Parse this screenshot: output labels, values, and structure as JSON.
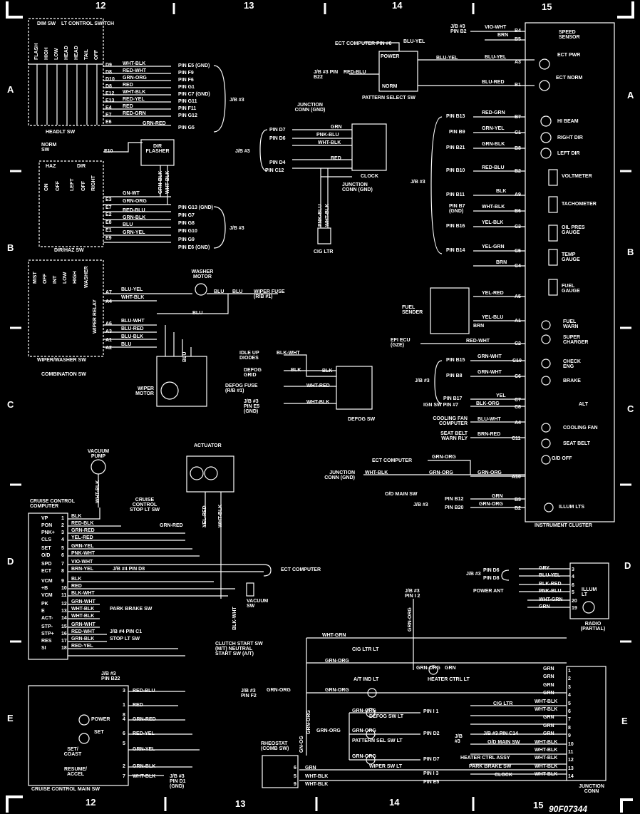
{
  "grid": {
    "columns": [
      "12",
      "13",
      "14",
      "15"
    ],
    "rows": [
      "A",
      "B",
      "C",
      "D",
      "E"
    ]
  },
  "diagram_code": "90F07344",
  "headlt": {
    "switch_headers": [
      "DIM SW",
      "LT CONTROL SWITCH"
    ],
    "positions": [
      "FLASH",
      "HIGH",
      "LOW",
      "HEAD",
      "HEAD",
      "TAIL",
      "OFF"
    ],
    "title": "HEADLT SW",
    "norm_sw": "NORM SW",
    "pins": [
      "D9",
      "D8",
      "D10",
      "D8",
      "E12",
      "E13",
      "E4",
      "E7",
      "E6",
      "E10"
    ],
    "wires": [
      "WHT-BLK",
      "RED-WHT",
      "GRN-ORG",
      "RED",
      "WHT-BLK",
      "RED-YEL",
      "RED",
      "RED-GRN",
      "GRN-RED"
    ],
    "jb_pins": [
      "PIN E5 (GND)",
      "PIN F9",
      "PIN F6",
      "PIN G1",
      "PIN C7 (GND)",
      "PIN G11",
      "PIN F11",
      "PIN G12",
      "PIN G5"
    ],
    "jb": "J/B #3"
  },
  "dirhaz": {
    "headers": [
      "HAZ",
      "DIR"
    ],
    "positions": [
      "ON",
      "OFF",
      "LEFT",
      "OFF",
      "RIGHT"
    ],
    "title": "DIR/HAZ SW",
    "flasher": "DIR FLASHER",
    "flasher_wires": [
      "GRN-BLK",
      "WHT-BLK"
    ],
    "pins": [
      "E3",
      "E7",
      "E2",
      "E8",
      "E1",
      "E9"
    ],
    "wires": [
      "GN-WT",
      "GRN-ORG",
      "RED-BLU",
      "GRN-BLK",
      "BLU",
      "GRN-YEL"
    ],
    "jb_pins": [
      "PIN G13 (GND)",
      "PIN G7",
      "PIN G8",
      "PIN G10",
      "PIN G9",
      "PIN E6 (GND)"
    ],
    "jb": "J/B #3"
  },
  "wiper": {
    "positions": [
      "MIST",
      "OFF",
      "INT",
      "LOW",
      "HIGH",
      "WASHER"
    ],
    "relay": "WIPER RELAY",
    "title": "WIPER/WASHER SW",
    "combo": "COMBINATION SW",
    "pins": [
      "A7",
      "A4",
      "A6",
      "A3",
      "A1",
      "A2"
    ],
    "wires": [
      "BLU-YEL",
      "WHT-BLK",
      "BLU-WHT",
      "BLU-RED",
      "BLU-BLK",
      "BLU"
    ],
    "washer_motor": "WASHER MOTOR",
    "wiper_fuse": "WIPER FUSE (R/B #1)",
    "wiper_motor": "WIPER MOTOR",
    "blu": "BLU"
  },
  "clock": {
    "label": "CLOCK",
    "jb": "J/B #3",
    "pins": [
      "PIN D7",
      "PIN D6",
      "PIN D4",
      "PIN C12"
    ],
    "wires": [
      "GRN",
      "PNK-BLU",
      "WHT-BLK",
      "RED"
    ],
    "junction_top": "JUNCTION CONN (GND)",
    "junction_right": "JUNCTION CONN (GND)",
    "cig": "CIG LTR",
    "cig_wires": [
      "PNK-BLU",
      "WHT-BLK"
    ]
  },
  "pattern": {
    "title": "PATTERN SELECT SW",
    "ect_pin": "ECT COMPUTER PIN #6",
    "ect_wire": "BLU-YEL",
    "jb_pin": "J/B #3 PIN B22",
    "jb_wire": "RED-BLU",
    "power": "POWER",
    "norm": "NORM",
    "out_wires": [
      "BLU-YEL",
      "BLU-RED"
    ]
  },
  "cluster": {
    "title": "INSTRUMENT CLUSTER",
    "items": [
      {
        "pin": "B4",
        "wire": "VIO-WHT",
        "src": "J/B #3 PIN B2",
        "label": "SPEED SENSOR"
      },
      {
        "pin": "B5",
        "wire": "BRN",
        "src": "",
        "label": ""
      },
      {
        "pin": "A3",
        "wire": "BLU-YEL",
        "src": "",
        "label": "ECT PWR"
      },
      {
        "pin": "B1",
        "wire": "BLU-RED",
        "src": "",
        "label": "ECT NORM"
      },
      {
        "pin": "B7",
        "wire": "RED-GRN",
        "src": "PIN B13",
        "label": "HI BEAM"
      },
      {
        "pin": "C1",
        "wire": "GRN-YEL",
        "src": "PIN B9",
        "label": "RIGHT DIR"
      },
      {
        "pin": "B8",
        "wire": "GRN-BLK",
        "src": "PIN B21",
        "label": "LEFT DIR"
      },
      {
        "pin": "B2",
        "wire": "RED-BLU",
        "src": "PIN B10",
        "label": "VOLTMETER"
      },
      {
        "pin": "A9",
        "wire": "BLK",
        "src": "PIN B11",
        "label": ""
      },
      {
        "pin": "B6",
        "wire": "WHT-BLK",
        "src": "PIN B7 (GND)",
        "label": "TACHOMETER"
      },
      {
        "pin": "C3",
        "wire": "YEL-BLK",
        "src": "PIN B16",
        "label": "OIL PRES GAUGE"
      },
      {
        "pin": "C5",
        "wire": "YEL-GRN",
        "src": "PIN B14",
        "label": "TEMP GAUGE"
      },
      {
        "pin": "C4",
        "wire": "BRN",
        "src": "",
        "label": ""
      },
      {
        "pin": "",
        "wire": "",
        "src": "",
        "label": "FUEL GAUGE"
      },
      {
        "pin": "A5",
        "wire": "YEL-RED",
        "src": "",
        "label": ""
      },
      {
        "pin": "A1",
        "wire": "YEL-BLU",
        "src": "",
        "label": "FUEL WARN"
      },
      {
        "pin": "",
        "wire": "",
        "src": "",
        "label": "SUPER CHARGER"
      },
      {
        "pin": "C2",
        "wire": "RED-WHT",
        "src": "EFI ECU (GZE)",
        "label": ""
      },
      {
        "pin": "C10",
        "wire": "GRN-WHT",
        "src": "PIN B15",
        "label": "CHECK ENG"
      },
      {
        "pin": "C6",
        "wire": "GRN-WHT",
        "src": "PIN B8",
        "label": "BRAKE"
      },
      {
        "pin": "C7",
        "wire": "YEL",
        "src": "PIN B17",
        "label": "ALT"
      },
      {
        "pin": "C8",
        "wire": "BLK-ORG",
        "src": "IGN SW PIN #7",
        "label": ""
      },
      {
        "pin": "A4",
        "wire": "BLU-WHT",
        "src": "COOLING FAN COMPUTER",
        "label": "COOLING FAN"
      },
      {
        "pin": "C11",
        "wire": "BRN-RED",
        "src": "SEAT BELT WARN RLY",
        "label": "SEAT BELT"
      },
      {
        "pin": "A10",
        "wire": "GRN-ORG",
        "src": "",
        "label": "O/D OFF"
      },
      {
        "pin": "B3",
        "wire": "GRN",
        "src": "PIN B12",
        "label": "ILLUM LTS"
      },
      {
        "pin": "B2",
        "wire": "GRN-ORG",
        "src": "PIN B20",
        "label": ""
      }
    ],
    "jb": "J/B #3",
    "fuel_sender": "FUEL SENDER",
    "fuel_brn": "BRN",
    "od_main": "O/D MAIN SW",
    "ect_computer": "ECT COMPUTER",
    "ect_wire": "GRN-ORG",
    "junction": "JUNCTION CONN (GND)",
    "jn_wire": "WHT-BLK",
    "jn_wire2": "GRN-ORG"
  },
  "defog": {
    "title": "DEFOG SW",
    "idle": "IDLE UP DIODES",
    "idle_wire": "BLK-WHT",
    "grid": "DEFOG GRID",
    "grid_wire": "BLK",
    "fuse": "DEFOG FUSE (R/B #1)",
    "fuse_wire": "WHT-RED",
    "jb": "J/B #3 PIN E5 (GND)",
    "jb_wire": "WHT-BLK",
    "blk": "BLK"
  },
  "cruise": {
    "computer": "CRUISE CONTROL COMPUTER",
    "vacuum_pump": "VACUUM PUMP",
    "actuator": "ACTUATOR",
    "stop_sw": "CRUISE CONTROL STOP LT SW",
    "vacuum_sw": "VACUUM SW",
    "clutch": "CLUTCH START SW (M/T) NEUTRAL START SW (A/T)",
    "terminals": [
      "VP",
      "PON",
      "PNK+",
      "CLS",
      "SET",
      "O/D",
      "SPD",
      "ECT",
      "VCM",
      "+B",
      "VCM",
      "PK",
      "E",
      "ACT-",
      "STP-",
      "STP+",
      "RES",
      "SI"
    ],
    "pins": [
      "1",
      "2",
      "3",
      "4",
      "5",
      "6",
      "7",
      "8",
      "9",
      "10",
      "11",
      "12",
      "13",
      "14",
      "15",
      "16",
      "17",
      "18"
    ],
    "wires": [
      "BLK",
      "RED-BLK",
      "GRN-RED",
      "YEL-RED",
      "GRN-YEL",
      "PNK-WHT",
      "VIO-WHT",
      "BRN-YEL",
      "BLK",
      "RED",
      "BLK-WHT",
      "GRN-WHT",
      "WHT-BLK",
      "WHT-BLK",
      "GRN-WHT",
      "RED-WHT",
      "GRN-BLK",
      "RED-YEL"
    ],
    "jb4_d8": "J/B #4 PIN D8",
    "jb4_c1": "J/B #4 PIN C1",
    "stop_lt": "STOP LT SW",
    "park": "PARK BRAKE SW",
    "ect": "ECT COMPUTER",
    "pump_wire": "WHT-BLK",
    "act_wires": [
      "YEL-RED",
      "WHT-BLK"
    ],
    "stop_wire": "GRN-RED",
    "clutch_wire": "BLK-WHT"
  },
  "main_sw": {
    "title": "CRUISE CONTROL MAIN SW",
    "power": "POWER",
    "set": "SET",
    "set_coast": "SET/ COAST",
    "resume": "RESUME/ ACCEL",
    "jb_top": "J/B #3 PIN B22",
    "jb_bottom": "J/B #3 PIN D1 (GND)",
    "pins": [
      "3",
      "1",
      "8",
      "4",
      "6",
      "5",
      "2",
      "7"
    ],
    "wires": [
      "RED-BLU",
      "RED",
      "GRN-RED",
      "RED-YEL",
      "GRN-YEL",
      "GRN-BLK",
      "WHT-BLK"
    ]
  },
  "radio": {
    "title": "RADIO (PARTIAL)",
    "illum": "ILLUM LT",
    "power_ant": "POWER ANT",
    "jb": "J/B #3",
    "pins_src": [
      "PIN D6",
      "PIN D8"
    ],
    "wires": [
      "GRY",
      "BLU-YEL",
      "BLK-RED",
      "PNK-BLU",
      "WHT-GRN",
      "GRN"
    ],
    "pins": [
      "3",
      "4",
      "6",
      "5",
      "20",
      "19"
    ]
  },
  "junction": {
    "title": "JUNCTION CONN",
    "pins": [
      "1",
      "2",
      "3",
      "4",
      "5",
      "6",
      "7",
      "8",
      "9",
      "10",
      "11",
      "12",
      "13",
      "14"
    ],
    "wires": [
      "GRN",
      "GRN",
      "GRN",
      "GRN",
      "WHT-BLK",
      "WHT-BLK",
      "GRN",
      "GRN",
      "GRN",
      "WHT-BLK",
      "WHT-BLK",
      "WHT-BLK",
      "WHT-BLK",
      "WHT-BLK"
    ],
    "labels": [
      "CIG LTR",
      "J/B #3 PIN C14",
      "O/D MAIN SW",
      "HEATER CTRL ASSY",
      "PARK BRAKE SW",
      "CLOCK"
    ],
    "top_wire": "WHT-GRN",
    "jb_pin12": "J/B #3 PIN I 2",
    "pin12_wire": "GRN-ORG",
    "cig_lt": "CIG LTR LT",
    "at_ind": "A/T IND LT",
    "heater": "HEATER CTRL LT",
    "defog_lt": "DEFOG SW LT",
    "pattern_lt": "PATTERN SEL SW LT",
    "wiper_lt": "WIPER SW LT",
    "jb_f2": "J/B #3 PIN F2",
    "f2_wire": "GRN-ORG",
    "rheostat": "RHEOSTAT (COMB SW)",
    "rh_pins": [
      "6",
      "5",
      "9"
    ],
    "rh_wires": [
      "GRN",
      "WHT-BLK",
      "WHT-BLK"
    ],
    "rh_vert": [
      "GN-OG",
      "GRN-ORG"
    ],
    "right_pins": [
      "PIN I 1",
      "PIN D2",
      "PIN D7",
      "PIN I 3",
      "PIN E5"
    ],
    "jb3": "J/B #3",
    "grn_org": "GRN-ORG",
    "grn": "GRN"
  }
}
